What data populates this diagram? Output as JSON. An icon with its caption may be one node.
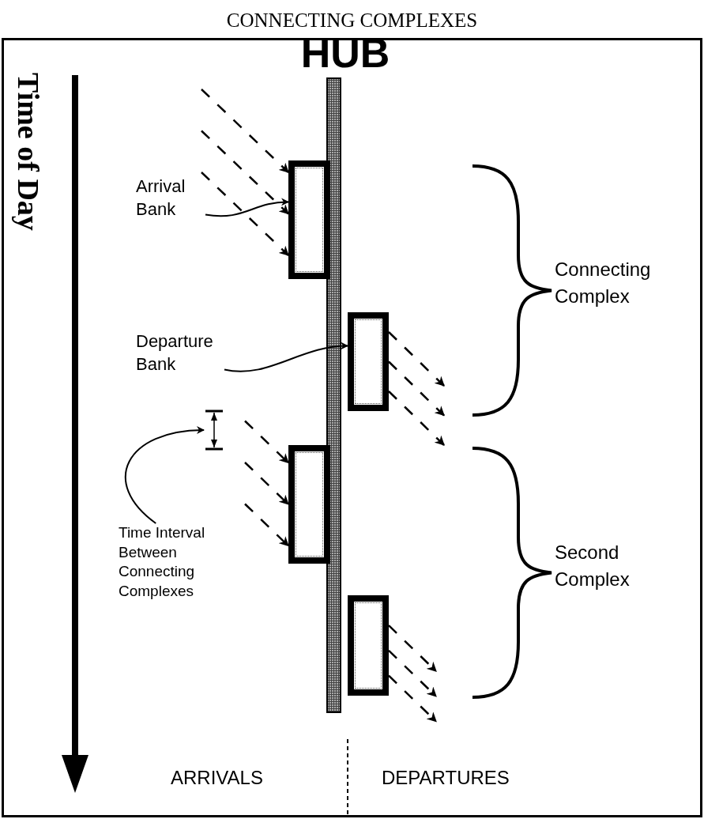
{
  "diagram": {
    "title": "CONNECTING COMPLEXES",
    "nodes": [
      {
        "text": [
          "HUB"
        ]
      },
      {
        "text": [],
        "shape": "box"
      },
      {
        "text": [
          "Arrival Bank"
        ]
      },
      {
        "text": [],
        "shape": "box"
      },
      {
        "text": [
          "Departure Bank"
        ]
      },
      {
        "text": [],
        "shape": "bar"
      },
      {
        "text": [],
        "shape": "box"
      },
      {
        "text": [
          "Time Interval Between Connecting Complexes"
        ]
      },
      {
        "text": [],
        "shape": "box"
      }
    ],
    "edges": [
      {
        "from": 2,
        "to": 1,
        "arrow": "to"
      },
      {
        "from": 4,
        "to": 3,
        "arrow": "to"
      },
      {
        "from": 7,
        "to": 5,
        "arrow": "to"
      },
      {
        "from": null,
        "to": 1,
        "arrow": "to",
        "style": "dashed"
      },
      {
        "from": null,
        "to": 1,
        "arrow": "to",
        "style": "dashed"
      },
      {
        "from": null,
        "to": 1,
        "arrow": "to",
        "style": "dashed"
      },
      {
        "from": 3,
        "to": null,
        "arrow": "to",
        "style": "dashed"
      },
      {
        "from": 3,
        "to": null,
        "arrow": "to",
        "style": "dashed"
      },
      {
        "from": 3,
        "to": null,
        "arrow": "to",
        "style": "dashed"
      },
      {
        "from": null,
        "to": 6,
        "arrow": "to",
        "style": "dashed"
      },
      {
        "from": null,
        "to": 6,
        "arrow": "to",
        "style": "dashed"
      },
      {
        "from": null,
        "to": 6,
        "arrow": "to",
        "style": "dashed"
      },
      {
        "from": 8,
        "to": null,
        "arrow": "to",
        "style": "dashed"
      },
      {
        "from": 8,
        "to": null,
        "arrow": "to",
        "style": "dashed"
      },
      {
        "from": 8,
        "to": null,
        "arrow": "to",
        "style": "dashed"
      }
    ],
    "labels": [
      "Time of Day",
      "Connecting Complex",
      "Second Complex",
      "ARRIVALS",
      "DEPARTURES"
    ]
  }
}
